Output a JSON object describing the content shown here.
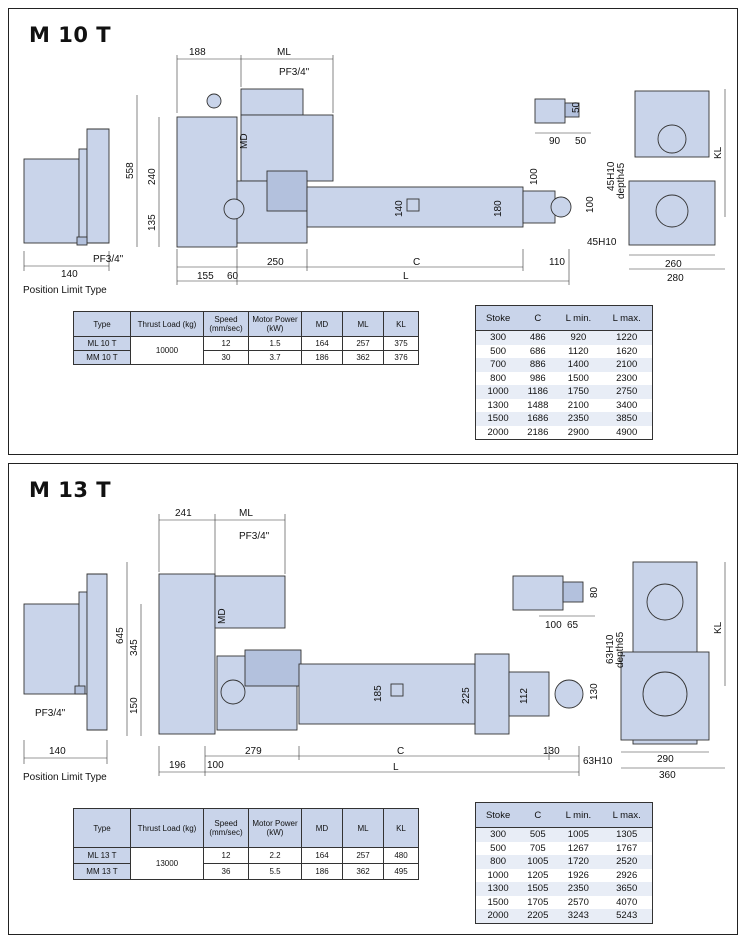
{
  "m10": {
    "title": "M 10 T",
    "labels": {
      "d188": "188",
      "ml": "ML",
      "pf_top": "PF3/4\"",
      "md": "MD",
      "d558": "558",
      "d240": "240",
      "d135": "135",
      "d140_dia": "140",
      "d180_dia": "180",
      "d100_dia": "100",
      "d100": "100",
      "d50a": "50",
      "d90": "90",
      "d50b": "50",
      "h45": "45H10",
      "depth": "depth45",
      "kl": "KL",
      "hole": "45H10",
      "pf_side": "PF3/4\"",
      "d140w": "140",
      "pos_limit": "Position Limit Type",
      "d155": "155",
      "d60": "60",
      "d250": "250",
      "c": "C",
      "d110": "110",
      "l": "L",
      "d260": "260",
      "d280": "280"
    },
    "spec": {
      "headers": [
        "Type",
        "Thrust Load (kg)",
        "Speed (mm/sec)",
        "Motor Power (kW)",
        "MD",
        "ML",
        "KL"
      ],
      "thrust": "10000",
      "rows": [
        {
          "type": "ML 10 T",
          "speed": "12",
          "power": "1.5",
          "md": "164",
          "ml": "257",
          "kl": "375"
        },
        {
          "type": "MM 10 T",
          "speed": "30",
          "power": "3.7",
          "md": "186",
          "ml": "362",
          "kl": "376"
        }
      ]
    },
    "stroke": {
      "headers": [
        "Stoke",
        "C",
        "L min.",
        "L max."
      ],
      "rows": [
        [
          "300",
          "486",
          "920",
          "1220"
        ],
        [
          "500",
          "686",
          "1120",
          "1620"
        ],
        [
          "700",
          "886",
          "1400",
          "2100"
        ],
        [
          "800",
          "986",
          "1500",
          "2300"
        ],
        [
          "1000",
          "1186",
          "1750",
          "2750"
        ],
        [
          "1300",
          "1488",
          "2100",
          "3400"
        ],
        [
          "1500",
          "1686",
          "2350",
          "3850"
        ],
        [
          "2000",
          "2186",
          "2900",
          "4900"
        ]
      ]
    }
  },
  "m13": {
    "title": "M 13 T",
    "labels": {
      "d241": "241",
      "ml": "ML",
      "pf_top": "PF3/4\"",
      "md": "MD",
      "d645": "645",
      "d345": "345",
      "d150": "150",
      "d185_dia": "185",
      "d225_dia": "225",
      "d112_dia": "112",
      "d130": "130",
      "d80": "80",
      "d100": "100",
      "d65": "65",
      "h63": "63H10",
      "depth": "depth65",
      "kl": "KL",
      "hole": "63H10",
      "pf_side": "PF3/4\"",
      "d140w": "140",
      "pos_limit": "Position Limit Type",
      "d196": "196",
      "d100b": "100",
      "d279": "279",
      "c": "C",
      "d130b": "130",
      "l": "L",
      "d290": "290",
      "d360": "360"
    },
    "spec": {
      "headers": [
        "Type",
        "Thrust Load (kg)",
        "Speed (mm/sec)",
        "Motor Power (kW)",
        "MD",
        "ML",
        "KL"
      ],
      "thrust": "13000",
      "rows": [
        {
          "type": "ML 13 T",
          "speed": "12",
          "power": "2.2",
          "md": "164",
          "ml": "257",
          "kl": "480"
        },
        {
          "type": "MM 13 T",
          "speed": "36",
          "power": "5.5",
          "md": "186",
          "ml": "362",
          "kl": "495"
        }
      ]
    },
    "stroke": {
      "headers": [
        "Stoke",
        "C",
        "L min.",
        "L max."
      ],
      "rows": [
        [
          "300",
          "505",
          "1005",
          "1305"
        ],
        [
          "500",
          "705",
          "1267",
          "1767"
        ],
        [
          "800",
          "1005",
          "1720",
          "2520"
        ],
        [
          "1000",
          "1205",
          "1926",
          "2926"
        ],
        [
          "1300",
          "1505",
          "2350",
          "3650"
        ],
        [
          "1500",
          "1705",
          "2570",
          "4070"
        ],
        [
          "2000",
          "2205",
          "3243",
          "5243"
        ]
      ]
    }
  }
}
